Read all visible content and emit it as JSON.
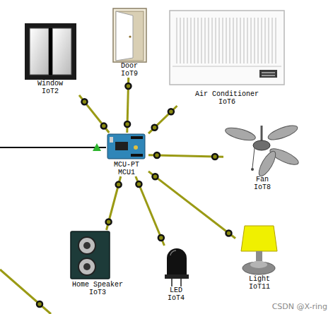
{
  "diagram": {
    "nodes": [
      {
        "text": [
          "Window",
          "IoT2"
        ]
      },
      {
        "text": [
          "Door",
          "IoT9"
        ]
      },
      {
        "text": [
          "Air Conditioner",
          "IoT6"
        ]
      },
      {
        "text": [
          "Fan",
          "IoT8"
        ]
      },
      {
        "text": [
          "MCU-PT",
          "MCU1"
        ]
      },
      {
        "text": [
          "Home Speaker",
          "IoT3"
        ]
      },
      {
        "text": [
          "LED",
          "IoT4"
        ]
      },
      {
        "text": [
          "Light",
          "IoT11"
        ]
      }
    ],
    "edges": [
      {
        "from": 4,
        "to": 0,
        "arrow": "none"
      },
      {
        "from": 4,
        "to": 1,
        "arrow": "none"
      },
      {
        "from": 4,
        "to": 2,
        "arrow": "none"
      },
      {
        "from": 4,
        "to": 3,
        "arrow": "none"
      },
      {
        "from": 4,
        "to": 5,
        "arrow": "none"
      },
      {
        "from": 4,
        "to": 6,
        "arrow": "none"
      },
      {
        "from": 4,
        "to": 7,
        "arrow": "none"
      }
    ],
    "labels": [
      "CSDN @X-ring"
    ]
  }
}
